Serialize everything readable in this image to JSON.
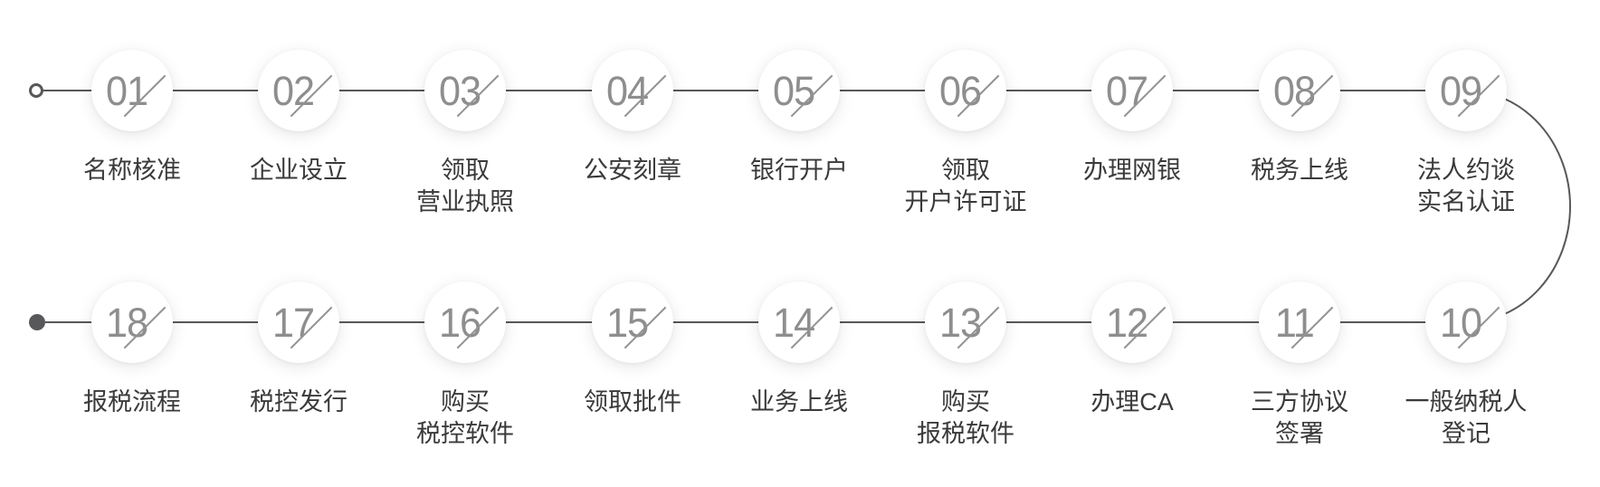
{
  "colors": {
    "line": "#58585a",
    "number": "#8e8e8e",
    "slash": "#939393",
    "label": "#3a3a3a",
    "circle_bg": "#ffffff"
  },
  "markers": {
    "start": "hollow-circle",
    "end": "filled-circle"
  },
  "steps": [
    {
      "num": "01",
      "label": "名称核准"
    },
    {
      "num": "02",
      "label": "企业设立"
    },
    {
      "num": "03",
      "label": "领取\n营业执照"
    },
    {
      "num": "04",
      "label": "公安刻章"
    },
    {
      "num": "05",
      "label": "银行开户"
    },
    {
      "num": "06",
      "label": "领取\n开户许可证"
    },
    {
      "num": "07",
      "label": "办理网银"
    },
    {
      "num": "08",
      "label": "税务上线"
    },
    {
      "num": "09",
      "label": "法人约谈\n实名认证"
    },
    {
      "num": "10",
      "label": "一般纳税人\n登记"
    },
    {
      "num": "11",
      "label": "三方协议\n签署"
    },
    {
      "num": "12",
      "label": "办理CA"
    },
    {
      "num": "13",
      "label": "购买\n报税软件"
    },
    {
      "num": "14",
      "label": "业务上线"
    },
    {
      "num": "15",
      "label": "领取批件"
    },
    {
      "num": "16",
      "label": "购买\n税控软件"
    },
    {
      "num": "17",
      "label": "税控发行"
    },
    {
      "num": "18",
      "label": "报税流程"
    }
  ]
}
